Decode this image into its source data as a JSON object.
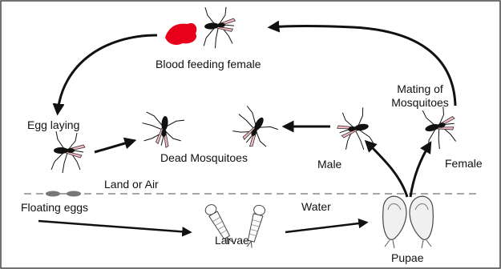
{
  "diagram": {
    "labels": {
      "blood_feeding": "Blood feeding  female",
      "egg_laying": "Egg laying",
      "mating_line1": "Mating of",
      "mating_line2": "Mosquitoes",
      "dead": "Dead  Mosquitoes",
      "male": "Male",
      "female": "Female",
      "land_air": "Land  or  Air",
      "floating_eggs": "Floating eggs",
      "water": "Water",
      "larvae": "Larvae",
      "pupae": "Pupae"
    },
    "icons": {
      "mosquito": "mosquito-icon",
      "blood": "blood-drop-icon",
      "eggs": "egg-icon",
      "larva": "larva-icon",
      "pupa": "pupa-icon"
    },
    "colors": {
      "blood": "#e8001a",
      "wing_pink": "#f4b8bf",
      "ink": "#111111",
      "divider": "#888888",
      "frame": "#444444"
    }
  }
}
